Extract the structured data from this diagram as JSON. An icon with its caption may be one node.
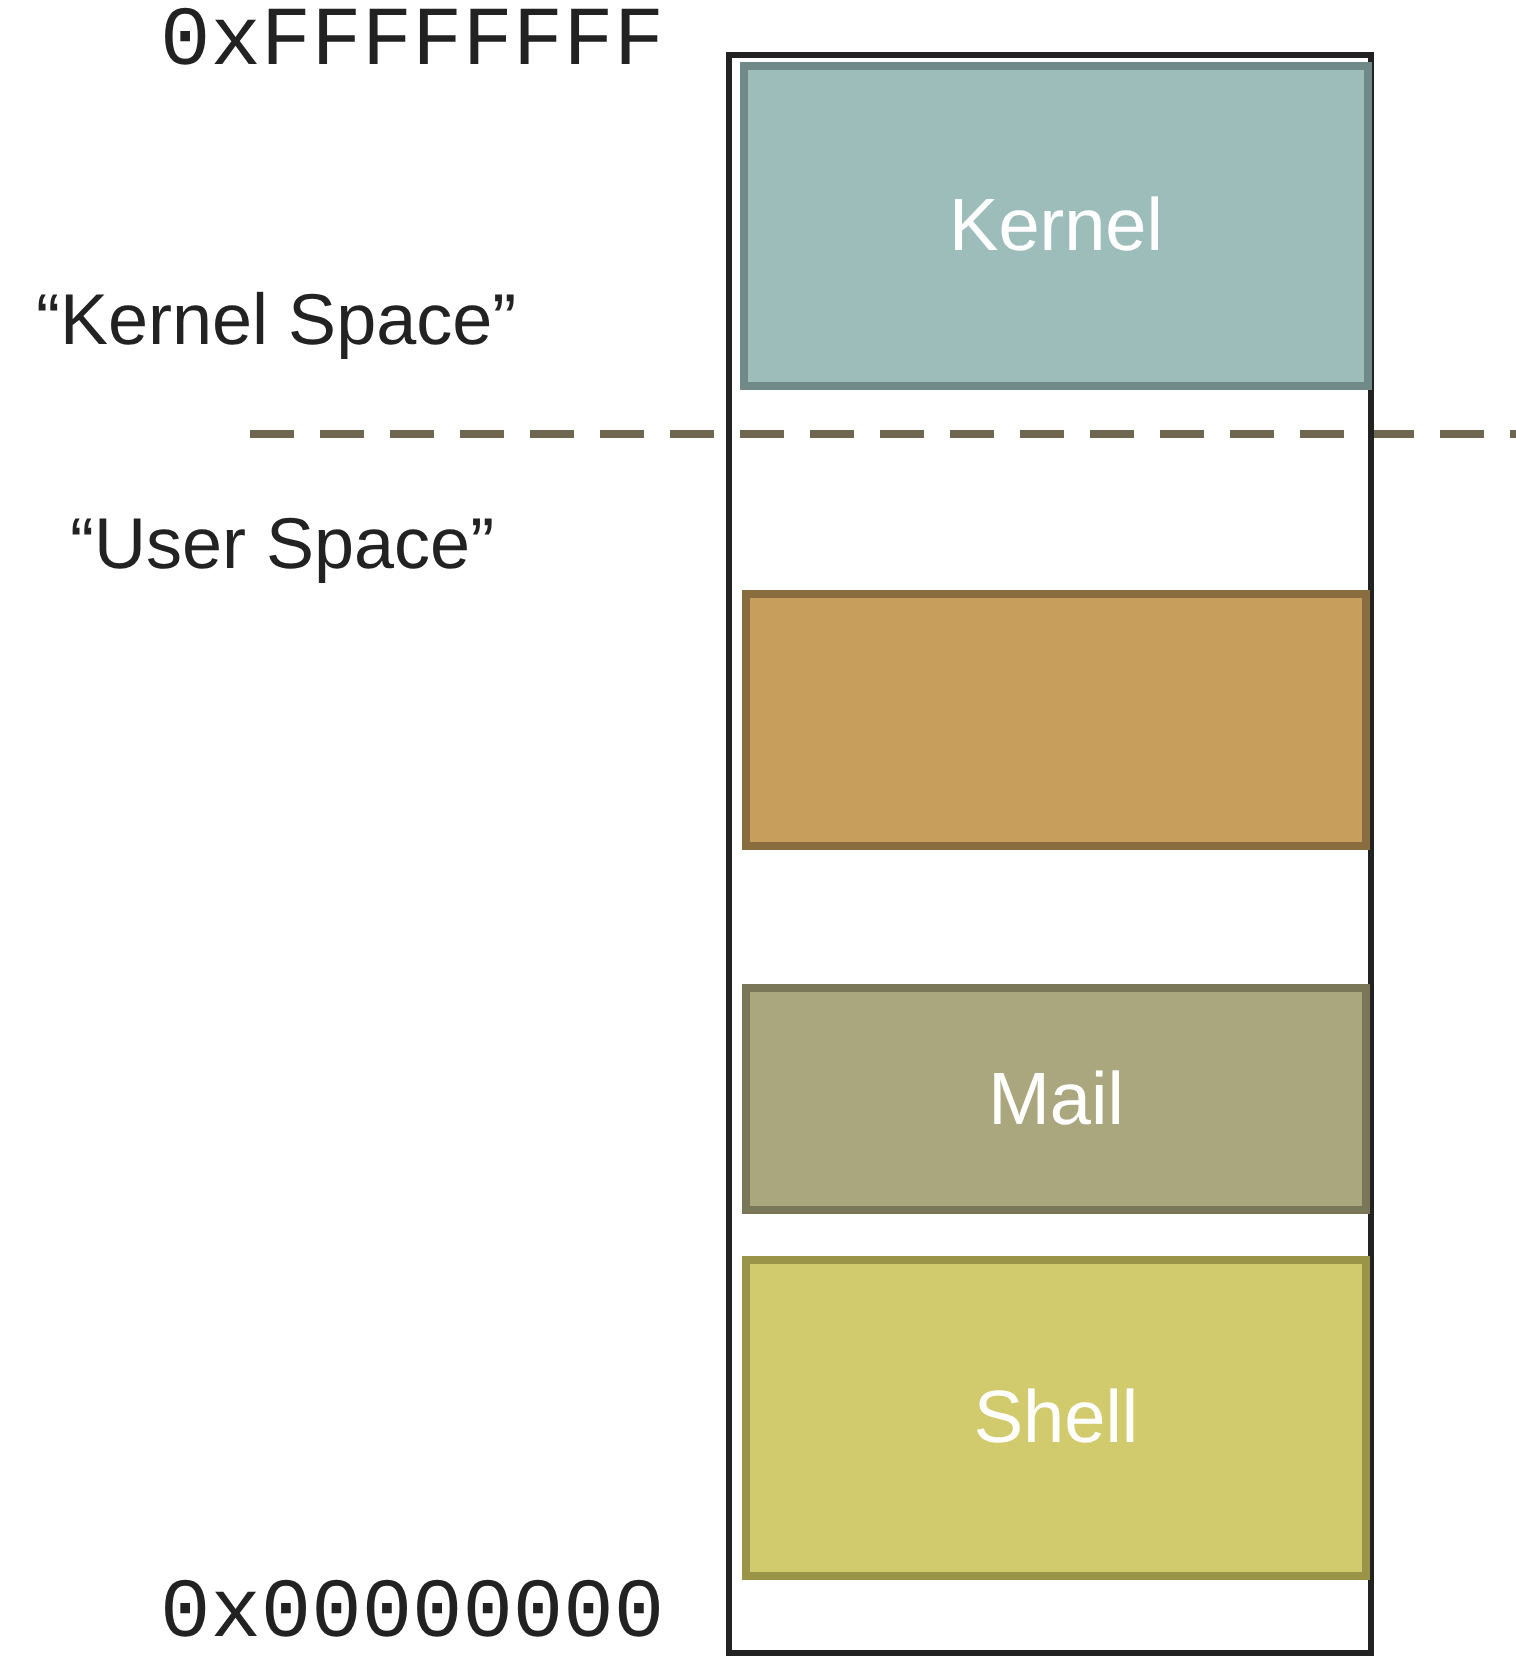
{
  "diagram": {
    "nodes": [
      {
        "text": [],
        "shape": "box"
      },
      {
        "text": [
          "Kernel"
        ],
        "in": 0
      },
      {
        "text": [],
        "shape": "box",
        "in": 0
      },
      {
        "text": [
          "Mail"
        ],
        "in": 0
      },
      {
        "text": [
          "Shell"
        ],
        "in": 0
      }
    ],
    "labels": [
      "0xFFFFFFFF",
      "“Kernel Space”",
      "“User Space”",
      "0x00000000"
    ]
  }
}
